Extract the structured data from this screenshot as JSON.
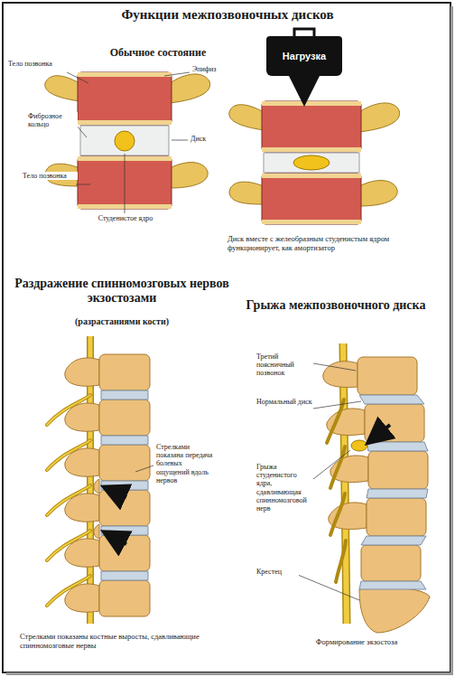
{
  "diagram": {
    "title": "Функции межпозвоночных дисков",
    "nodes": [
      {
        "text": [
          "Нагрузка"
        ]
      }
    ],
    "labels": [
      "Обычное состояние",
      "Тело позвонка",
      "Эпифиз",
      "Фиброзное кольцо",
      "Диск",
      "Тело позвонка",
      "Студенистое ядро",
      "Диск вместе с желеобразным студенистым ядром функционирует, как амортизатор",
      "Раздражение спинномозговых нервов экзостозами",
      "(разрастаниями кости)",
      "Грыжа межпозвоночного диска",
      "Третий поясничный позвонок",
      "Нормальный диск",
      "Стрелками показана передача болевых ощущений вдоль нервов",
      "Грыжа студенистого ядра, сдавливающая спинномозговой нерв",
      "Крестец",
      "Стрелками показаны костные выросты, сдавливающие спинномозговые нервы",
      "Формирование экзостоза"
    ]
  }
}
